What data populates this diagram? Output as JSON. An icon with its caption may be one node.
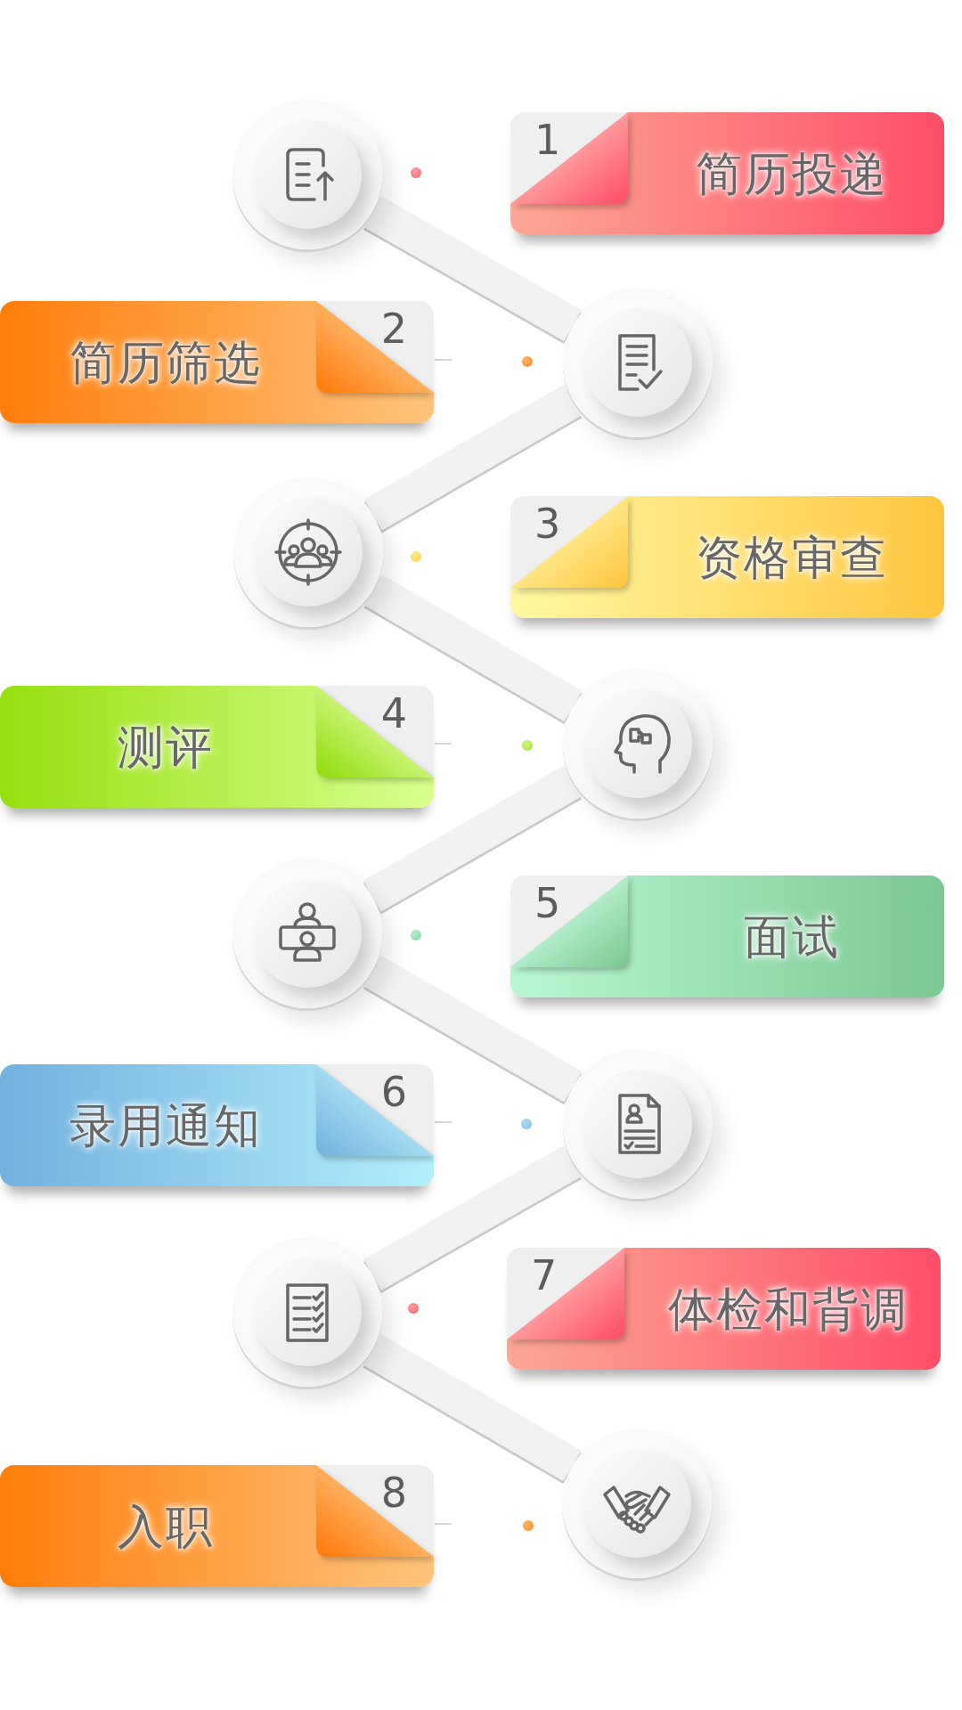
{
  "diagram": {
    "nodes": [
      {
        "text": [],
        "shape": "circle"
      },
      {
        "text": [
          "1",
          "简历投递"
        ]
      },
      {
        "text": [
          "2",
          "简历筛选"
        ]
      },
      {
        "text": [],
        "shape": "circle"
      },
      {
        "text": [],
        "shape": "circle"
      },
      {
        "text": [
          "3",
          "资格审查"
        ]
      },
      {
        "text": [
          "4",
          "测评"
        ]
      },
      {
        "text": [],
        "shape": "circle"
      },
      {
        "text": [],
        "shape": "circle"
      },
      {
        "text": [
          "5",
          "面试"
        ]
      },
      {
        "text": [
          "6",
          "录用通知"
        ]
      },
      {
        "text": [],
        "shape": "circle"
      },
      {
        "text": [],
        "shape": "circle"
      },
      {
        "text": [
          "7",
          "体检和背调"
        ]
      },
      {
        "text": [
          "8",
          "入职"
        ]
      },
      {
        "text": [],
        "shape": "circle"
      }
    ],
    "edges": [
      {
        "from": 0,
        "to": 3,
        "arrow": "none"
      },
      {
        "from": 3,
        "to": 4,
        "arrow": "none"
      },
      {
        "from": 4,
        "to": 7,
        "arrow": "none"
      },
      {
        "from": 7,
        "to": 8,
        "arrow": "none"
      },
      {
        "from": 8,
        "to": 11,
        "arrow": "none"
      },
      {
        "from": 11,
        "to": 12,
        "arrow": "none"
      },
      {
        "from": 12,
        "to": 15,
        "arrow": "none"
      }
    ]
  }
}
